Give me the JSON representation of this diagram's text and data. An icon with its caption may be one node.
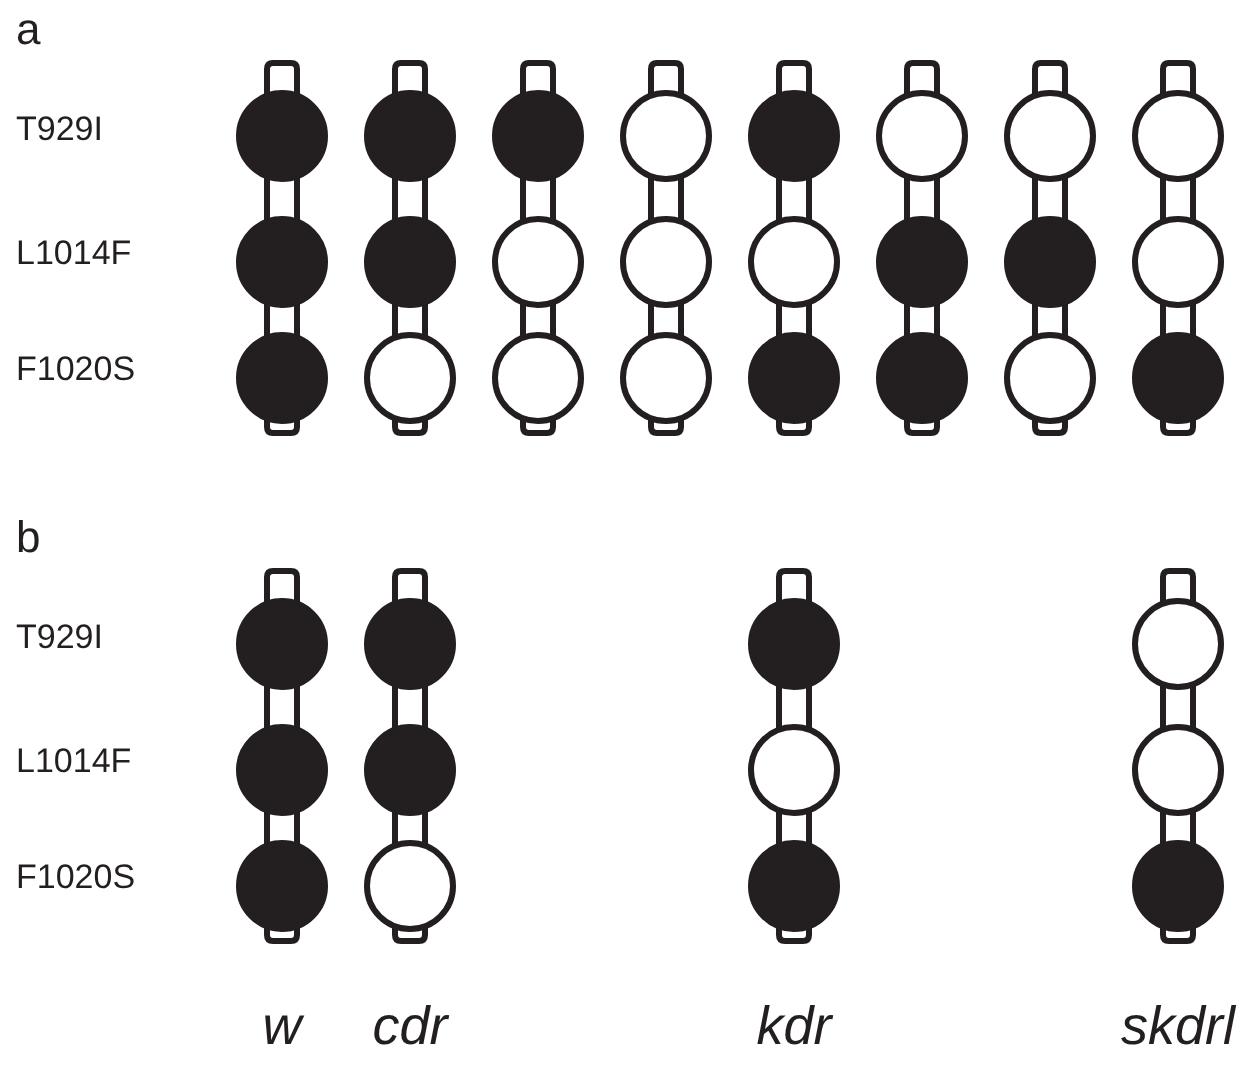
{
  "diagram": {
    "nodes": [
      {
        "text": [],
        "shape": "bar"
      },
      {
        "text": [],
        "shape": "disc"
      },
      {
        "text": [],
        "shape": "disc"
      },
      {
        "text": [],
        "shape": "disc"
      },
      {
        "text": [],
        "shape": "bar"
      },
      {
        "text": [],
        "shape": "disc"
      },
      {
        "text": [],
        "shape": "disc"
      },
      {
        "text": [],
        "shape": "circle"
      },
      {
        "text": [],
        "shape": "bar"
      },
      {
        "text": [],
        "shape": "disc"
      },
      {
        "text": [],
        "shape": "circle"
      },
      {
        "text": [],
        "shape": "circle"
      },
      {
        "text": [],
        "shape": "bar"
      },
      {
        "text": [],
        "shape": "circle"
      },
      {
        "text": [],
        "shape": "circle"
      },
      {
        "text": [],
        "shape": "circle"
      },
      {
        "text": [],
        "shape": "bar"
      },
      {
        "text": [],
        "shape": "disc"
      },
      {
        "text": [],
        "shape": "circle"
      },
      {
        "text": [],
        "shape": "disc"
      },
      {
        "text": [],
        "shape": "bar"
      },
      {
        "text": [],
        "shape": "circle"
      },
      {
        "text": [],
        "shape": "disc"
      },
      {
        "text": [],
        "shape": "disc"
      },
      {
        "text": [],
        "shape": "bar"
      },
      {
        "text": [],
        "shape": "circle"
      },
      {
        "text": [],
        "shape": "disc"
      },
      {
        "text": [],
        "shape": "circle"
      },
      {
        "text": [],
        "shape": "bar"
      },
      {
        "text": [],
        "shape": "circle"
      },
      {
        "text": [],
        "shape": "circle"
      },
      {
        "text": [],
        "shape": "disc"
      },
      {
        "text": [],
        "shape": "bar"
      },
      {
        "text": [],
        "shape": "disc"
      },
      {
        "text": [],
        "shape": "disc"
      },
      {
        "text": [],
        "shape": "disc"
      },
      {
        "text": [],
        "shape": "bar"
      },
      {
        "text": [],
        "shape": "disc"
      },
      {
        "text": [],
        "shape": "disc"
      },
      {
        "text": [],
        "shape": "circle"
      },
      {
        "text": [],
        "shape": "bar"
      },
      {
        "text": [],
        "shape": "disc"
      },
      {
        "text": [],
        "shape": "circle"
      },
      {
        "text": [],
        "shape": "disc"
      },
      {
        "text": [],
        "shape": "bar"
      },
      {
        "text": [],
        "shape": "circle"
      },
      {
        "text": [],
        "shape": "circle"
      },
      {
        "text": [],
        "shape": "disc"
      }
    ],
    "labels": [
      "a",
      "T929I",
      "L1014F",
      "F1020S",
      "b",
      "T929I",
      "L1014F",
      "F1020S",
      "w",
      "cdr",
      "kdr",
      "skdrl"
    ]
  }
}
